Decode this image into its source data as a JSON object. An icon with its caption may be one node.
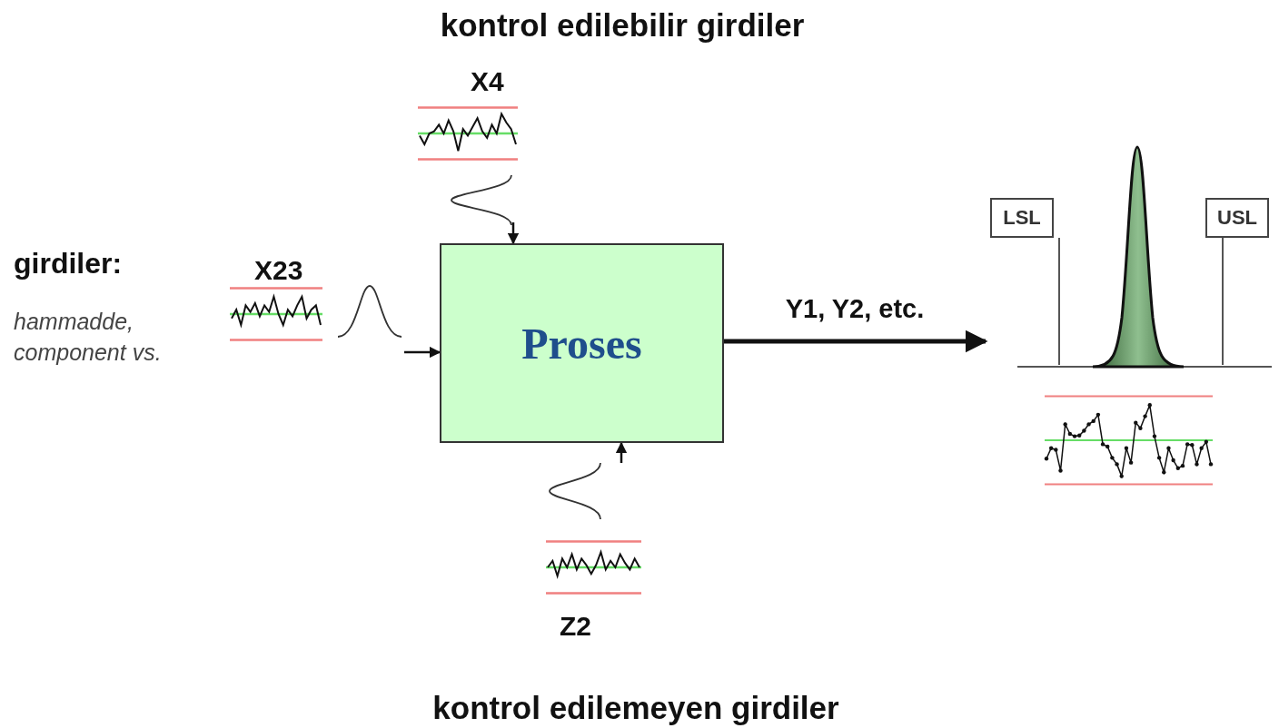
{
  "diagram": {
    "nodes": [
      {
        "text": [
          "X4"
        ]
      },
      {
        "text": [
          "X23"
        ]
      },
      {
        "text": [
          "Proses"
        ]
      },
      {
        "text": [
          "Z2"
        ]
      },
      {
        "text": [],
        "shape": "picture"
      },
      {
        "text": [
          "LSL"
        ],
        "in": 4
      },
      {
        "text": [
          "USL"
        ],
        "in": 4
      }
    ],
    "edges": [
      {
        "from": 0,
        "to": 2,
        "arrow": "to"
      },
      {
        "from": 1,
        "to": 2,
        "arrow": "to"
      },
      {
        "from": 3,
        "to": 2,
        "arrow": "to"
      },
      {
        "from": 2,
        "to": 4,
        "arrow": "to",
        "label": "Y1, Y2, etc.",
        "style": "thick"
      }
    ],
    "labels": [
      "kontrol edilebilir girdiler",
      "girdiler:",
      "hammadde, component vs.",
      "kontrol edilemeyen girdiler"
    ]
  }
}
